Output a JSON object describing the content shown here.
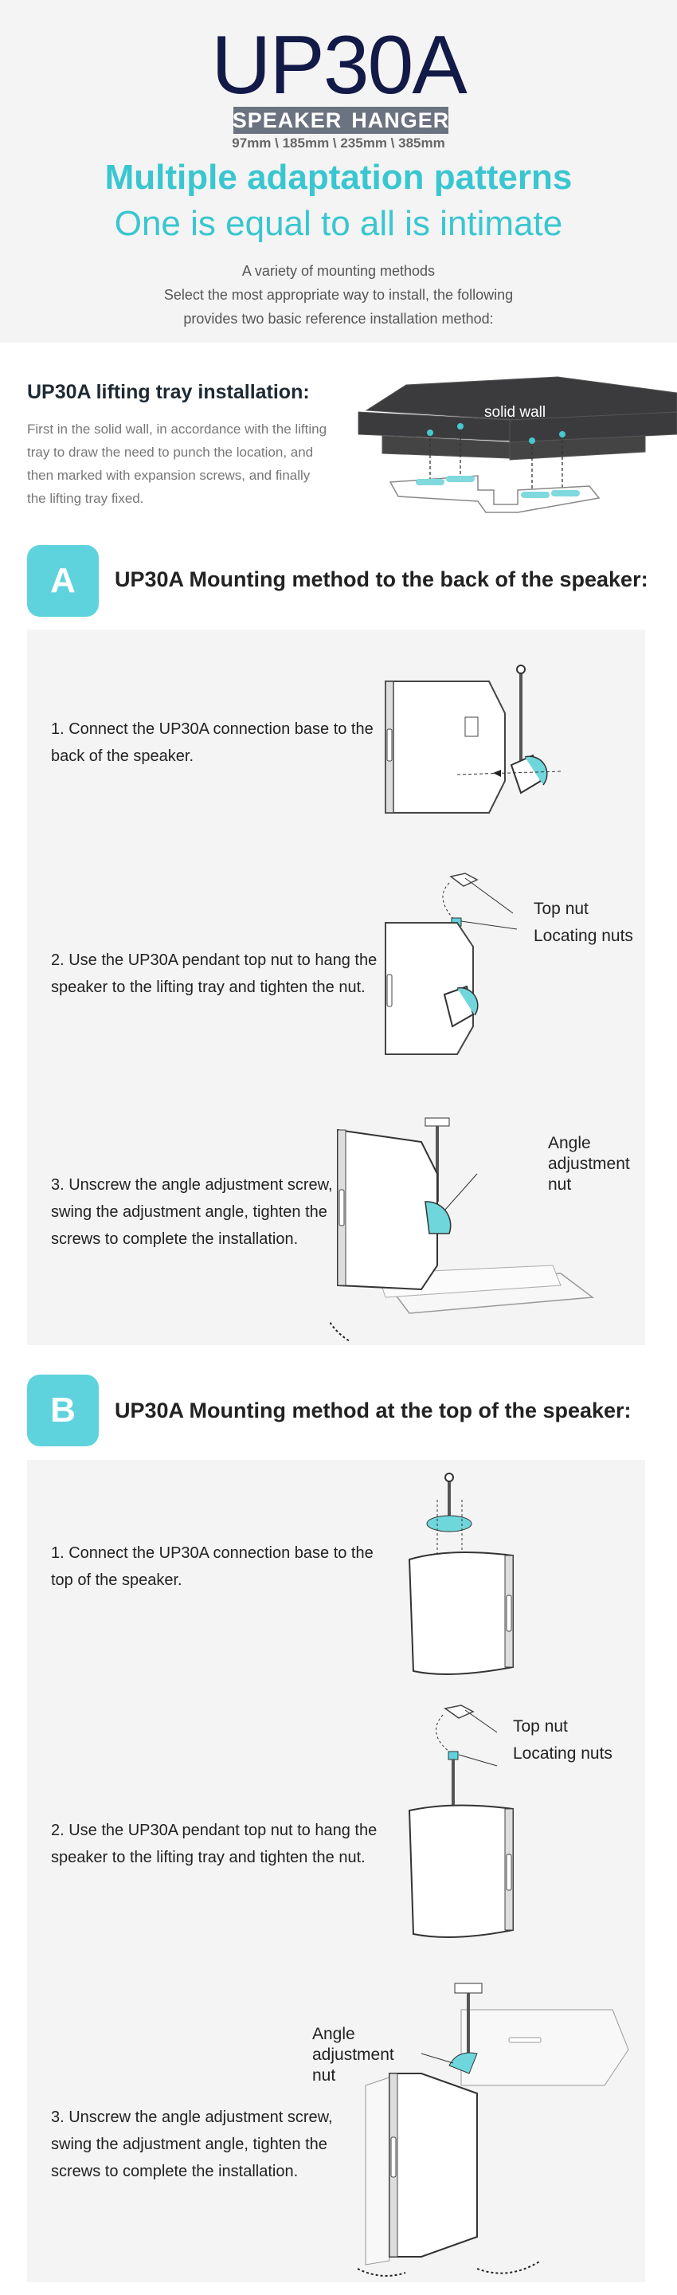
{
  "hero": {
    "brand": "UP30A",
    "subtitle_left": "SPEAKER",
    "subtitle_right": "HANGER",
    "dims": "97mm \\ 185mm \\ 235mm \\ 385mm",
    "headline_bold": "Multiple adaptation patterns",
    "headline_light": "One is equal to all is intimate",
    "intro": [
      "A variety of mounting methods",
      "Select the most appropriate way to install, the following",
      "provides two basic reference installation method:"
    ]
  },
  "tray": {
    "title": "UP30A lifting tray installation:",
    "desc": "First in the solid wall, in accordance with the lifting tray to draw the need to punch the location, and then marked with expansion screws, and finally the lifting tray fixed.",
    "wall_label": "solid wall"
  },
  "sectionA": {
    "badge": "A",
    "title": "UP30A Mounting method to the back of the speaker:",
    "steps": [
      {
        "text": "1. Connect the UP30A connection base to the back of the speaker."
      },
      {
        "text": "2. Use the UP30A pendant top nut to hang the speaker to the lifting tray and tighten the nut.",
        "label_top": "Top nut",
        "label_locating": "Locating nuts"
      },
      {
        "text": "3. Unscrew the angle adjustment screw, swing the adjustment angle, tighten the screws to complete the installation.",
        "label_angle": [
          "Angle",
          "adjustment",
          "nut"
        ]
      }
    ]
  },
  "sectionB": {
    "badge": "B",
    "title": "UP30A Mounting method at the top of the speaker:",
    "steps": [
      {
        "text": "1. Connect the UP30A connection base to the top of the speaker."
      },
      {
        "text": "2. Use the UP30A pendant top nut to hang the speaker to the lifting tray and tighten the nut.",
        "label_top": "Top nut",
        "label_locating": "Locating nuts"
      },
      {
        "text": "3. Unscrew the angle adjustment screw, swing the adjustment angle, tighten the screws to complete the installation.",
        "label_angle": [
          "Angle",
          "adjustment",
          "nut"
        ]
      }
    ]
  },
  "colors": {
    "accent": "#39c6d0",
    "badge": "#5fd3dd",
    "brand": "#121a48",
    "card": "#f4f4f4"
  }
}
